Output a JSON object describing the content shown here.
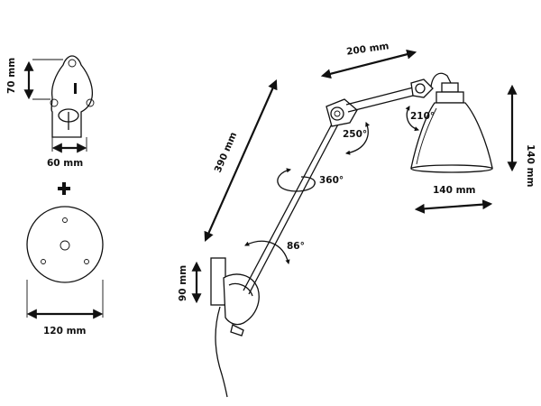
{
  "labels": {
    "bracket_height": "70 mm",
    "bracket_width": "60 mm",
    "plus": "+",
    "plate_diameter": "120 mm",
    "base_height": "90 mm",
    "arm_length": "390 mm",
    "upper_arm_length": "200 mm",
    "shade_height": "140 mm",
    "shade_diameter": "140 mm",
    "angle_shade": "210°",
    "angle_elbow": "250°",
    "angle_arm": "360°",
    "angle_base": "86°"
  },
  "colors": {
    "line": "#111111",
    "background": "#ffffff"
  },
  "icons": {
    "dimension_arrow": "double-arrow-icon",
    "rotation_arrow": "curved-arrow-icon",
    "plus": "plus-icon"
  }
}
